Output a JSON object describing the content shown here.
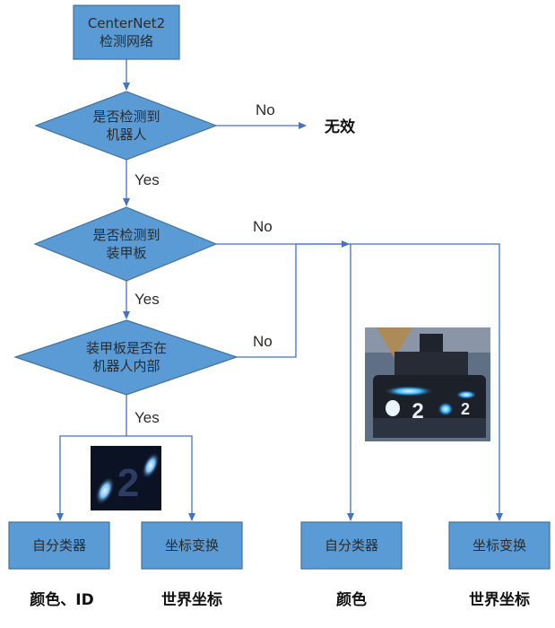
{
  "colors": {
    "node_fill": "#5b9bd5",
    "node_stroke": "#41719c",
    "line": "#4472c4"
  },
  "nodes": {
    "start": {
      "line1": "CenterNet2",
      "line2": "检测网络"
    },
    "check_robot": {
      "line1": "是否检测到",
      "line2": "机器人"
    },
    "check_armor": {
      "line1": "是否检测到",
      "line2": "装甲板"
    },
    "check_inside": {
      "line1": "装甲板是否在",
      "line2": "机器人内部"
    },
    "classifier_left": "自分类器",
    "transform_left": "坐标变换",
    "classifier_right": "自分类器",
    "transform_right": "坐标变换"
  },
  "edges": {
    "robot_no": "No",
    "robot_yes": "Yes",
    "armor_no": "No",
    "armor_yes": "Yes",
    "inside_no": "No",
    "inside_yes": "Yes"
  },
  "outcomes": {
    "invalid": "无效",
    "left_1": "颜色、ID",
    "left_2": "世界坐标",
    "right_1": "颜色",
    "right_2": "世界坐标"
  },
  "images": {
    "armor_patch": "armor-number-2-photo",
    "robot_photo": "robot-photo"
  }
}
